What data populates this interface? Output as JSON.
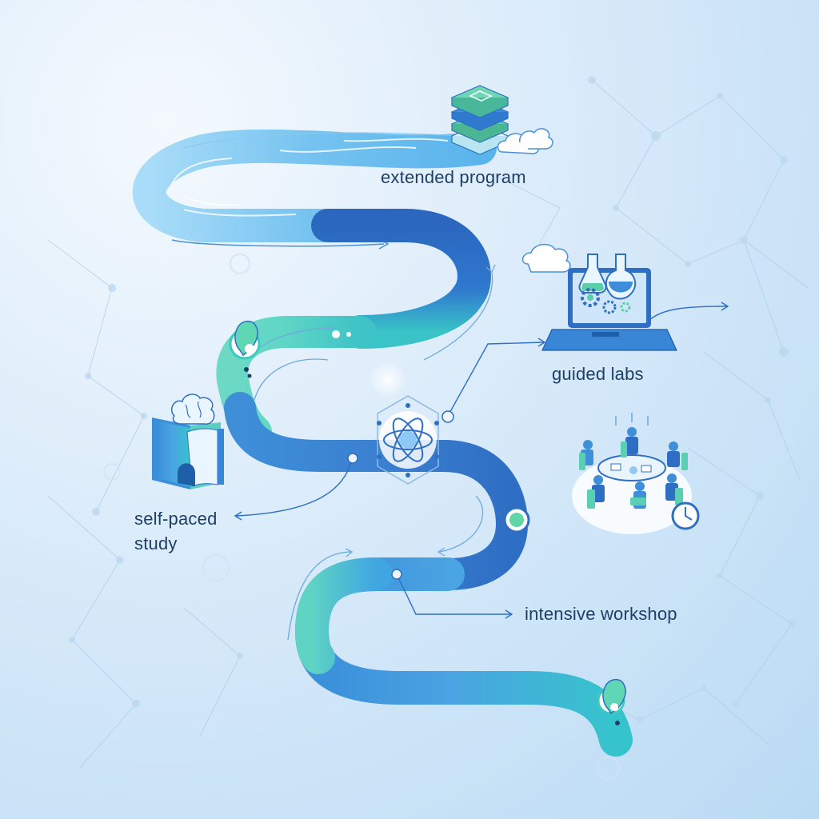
{
  "labels": {
    "extended_program": "extended program",
    "guided_labs": "guided labs",
    "self_paced_line1": "self-paced",
    "self_paced_line2": "study",
    "intensive_workshop": "intensive workshop"
  },
  "icons": {
    "top": "stacked-layers-icon",
    "lab": "laptop-flask-icon",
    "study": "book-brain-icon",
    "meeting": "round-table-meeting-icon",
    "center": "atom-icon",
    "person_upper": "person-silhouette-icon",
    "person_lower": "person-silhouette-icon"
  },
  "colors": {
    "text": "#1f3f66",
    "path_dark": "#2e6fc4",
    "path_mid": "#4a9ee0",
    "path_teal": "#3ec9c0",
    "path_light": "#7cc6f1",
    "accent_green": "#5fd6b2"
  }
}
